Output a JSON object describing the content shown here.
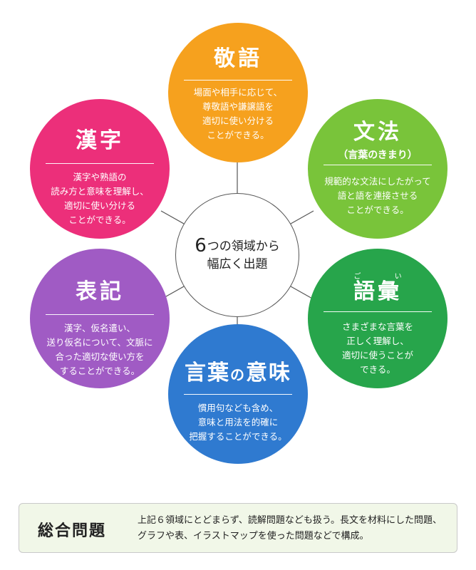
{
  "center": {
    "count": "6",
    "line1_rest": "つの領域から",
    "line2": "幅広く出題"
  },
  "domains": {
    "keigo": {
      "title": "敬語",
      "desc": "場面や相手に応じて、\n尊敬語や謙譲語を\n適切に使い分ける\nことができる。",
      "color": "#f6a11e"
    },
    "bunpou": {
      "title": "文法",
      "subtitle": "（言葉のきまり）",
      "desc": "規範的な文法にしたがって\n語と語を連接させる\nことができる。",
      "color": "#79c43a"
    },
    "goi": {
      "title": "語彙",
      "furigana": "ご い",
      "desc": "さまざまな言葉を\n正しく理解し、\n適切に使うことが\nできる。",
      "color": "#27a54b"
    },
    "imi": {
      "title_a": "言葉",
      "title_no": "の",
      "title_b": "意味",
      "desc": "慣用句なども含め、\n意味と用法を的確に\n把握することができる。",
      "color": "#2f7ad0"
    },
    "hyouki": {
      "title": "表記",
      "desc": "漢字、仮名遣い、\n送り仮名について、文脈に\n合った適切な使い方を\nすることができる。",
      "color": "#a05bc4"
    },
    "kanji": {
      "title": "漢字",
      "desc": "漢字や熟語の\n読み方と意味を理解し、\n適切に使い分ける\nことができる。",
      "color": "#ec2f7a"
    }
  },
  "summary": {
    "label": "総合問題",
    "text": "上記６領域にとどまらず、読解問題なども扱う。長文を材料にした問題、\nグラフや表、イラストマップを使った問題などで構成。"
  }
}
